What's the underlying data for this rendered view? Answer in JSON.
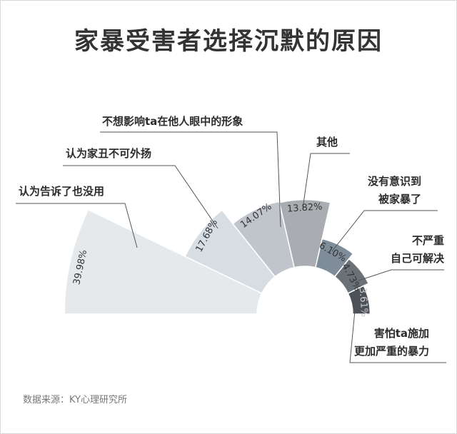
{
  "title": "家暴受害者选择沉默的原因",
  "source": "数据来源：KY心理研究所",
  "chart_data": {
    "type": "pie",
    "subtype": "half-rose",
    "title": "家暴受害者选择沉默的原因",
    "categories": [
      "认为告诉了也没用",
      "认为家丑不可外扬",
      "不想影响ta在他人眼中的形象",
      "其他",
      "没有意识到被家暴了",
      "不严重自己可解决",
      "害怕ta施加更加严重的暴力"
    ],
    "label_lines": [
      [
        "认为告诉了也没用"
      ],
      [
        "认为家丑不可外扬"
      ],
      [
        "不想影响ta在他人眼中的形象"
      ],
      [
        "其他"
      ],
      [
        "没有意识到",
        "被家暴了"
      ],
      [
        "不严重",
        "自己可解决"
      ],
      [
        "害怕ta施加",
        "更加严重的暴力"
      ]
    ],
    "values": [
      39.98,
      17.68,
      14.07,
      13.82,
      6.1,
      4.73,
      3.61
    ],
    "value_labels": [
      "39.98%",
      "17.68%",
      "14.07%",
      "13.82%",
      "6.10%",
      "4.73%",
      "3.61%"
    ],
    "colors": [
      "#e6e9ec",
      "#d6dde3",
      "#bfc5cb",
      "#a9adb1",
      "#7f8d9a",
      "#6a7278",
      "#4c5257"
    ]
  }
}
